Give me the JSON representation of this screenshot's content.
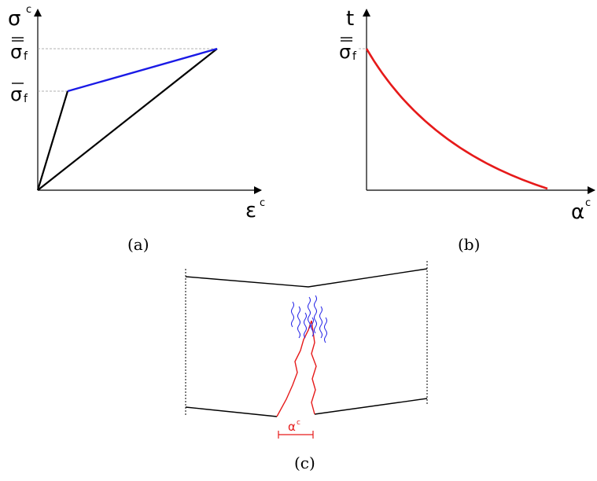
{
  "panel_a": {
    "y_axis_label": "σ",
    "y_axis_sup": "c",
    "x_axis_label": "ε",
    "x_axis_sup": "c",
    "upper_tick_label": "σ",
    "upper_tick_sub": "f",
    "lower_tick_label": "σ",
    "lower_tick_sub": "f",
    "caption": "(a)",
    "colors": {
      "outer_path": "#000000",
      "hardening_branch": "#1a1ae6"
    }
  },
  "panel_b": {
    "y_axis_label": "t",
    "x_axis_label": "α",
    "x_axis_sup": "c",
    "tick_label": "σ",
    "tick_sub": "f",
    "caption": "(b)",
    "colors": {
      "curve": "#e61a1a"
    }
  },
  "panel_c": {
    "crack_width_label": "α",
    "crack_width_sup": "c",
    "caption": "(c)",
    "colors": {
      "crack": "#e61a1a",
      "micro_cracks": "#1a1ae6",
      "outline": "#000000"
    }
  }
}
